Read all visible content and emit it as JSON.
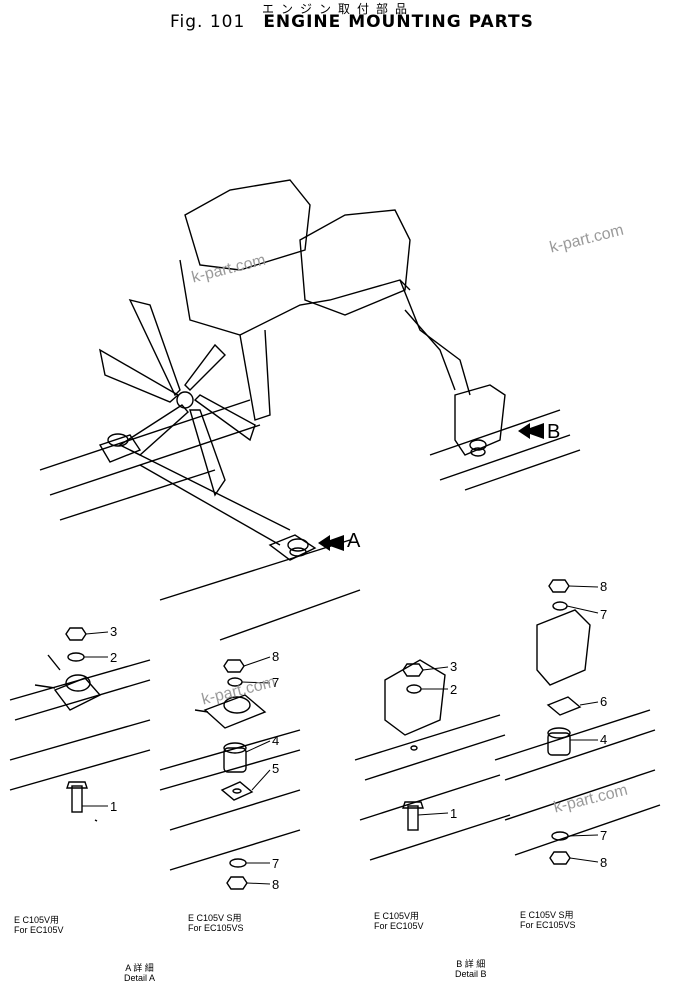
{
  "header": {
    "title_jp": "エンジン取付部品",
    "fig_number": "Fig. 101",
    "title_en": "ENGINE MOUNTING PARTS"
  },
  "watermark": {
    "text": "k-part.com"
  },
  "arrows": {
    "a": "A",
    "b": "B"
  },
  "callouts": {
    "d1": {
      "n3": "3",
      "n2": "2",
      "n1": "1"
    },
    "d2": {
      "n8": "8",
      "n7": "7",
      "n4": "4",
      "n5": "5",
      "n7b": "7",
      "n8b": "8"
    },
    "d3": {
      "n3": "3",
      "n2": "2",
      "n1": "1"
    },
    "d4": {
      "n8": "8",
      "n7": "7",
      "n6": "6",
      "n4": "4",
      "n7b": "7",
      "n8b": "8"
    }
  },
  "captions": {
    "c1": {
      "jp": "E C105V用",
      "en": "For  EC105V"
    },
    "c2": {
      "jp": "E C105V S用",
      "en": "For  EC105VS"
    },
    "c3": {
      "jp": "E C105V用",
      "en": "For  EC105V"
    },
    "c4": {
      "jp": "E C105V S用",
      "en": "For  EC105VS"
    }
  },
  "details": {
    "a": {
      "jp": "A 詳 細",
      "en": "Detail A"
    },
    "b": {
      "jp": "B 詳 細",
      "en": "Detail B"
    }
  }
}
